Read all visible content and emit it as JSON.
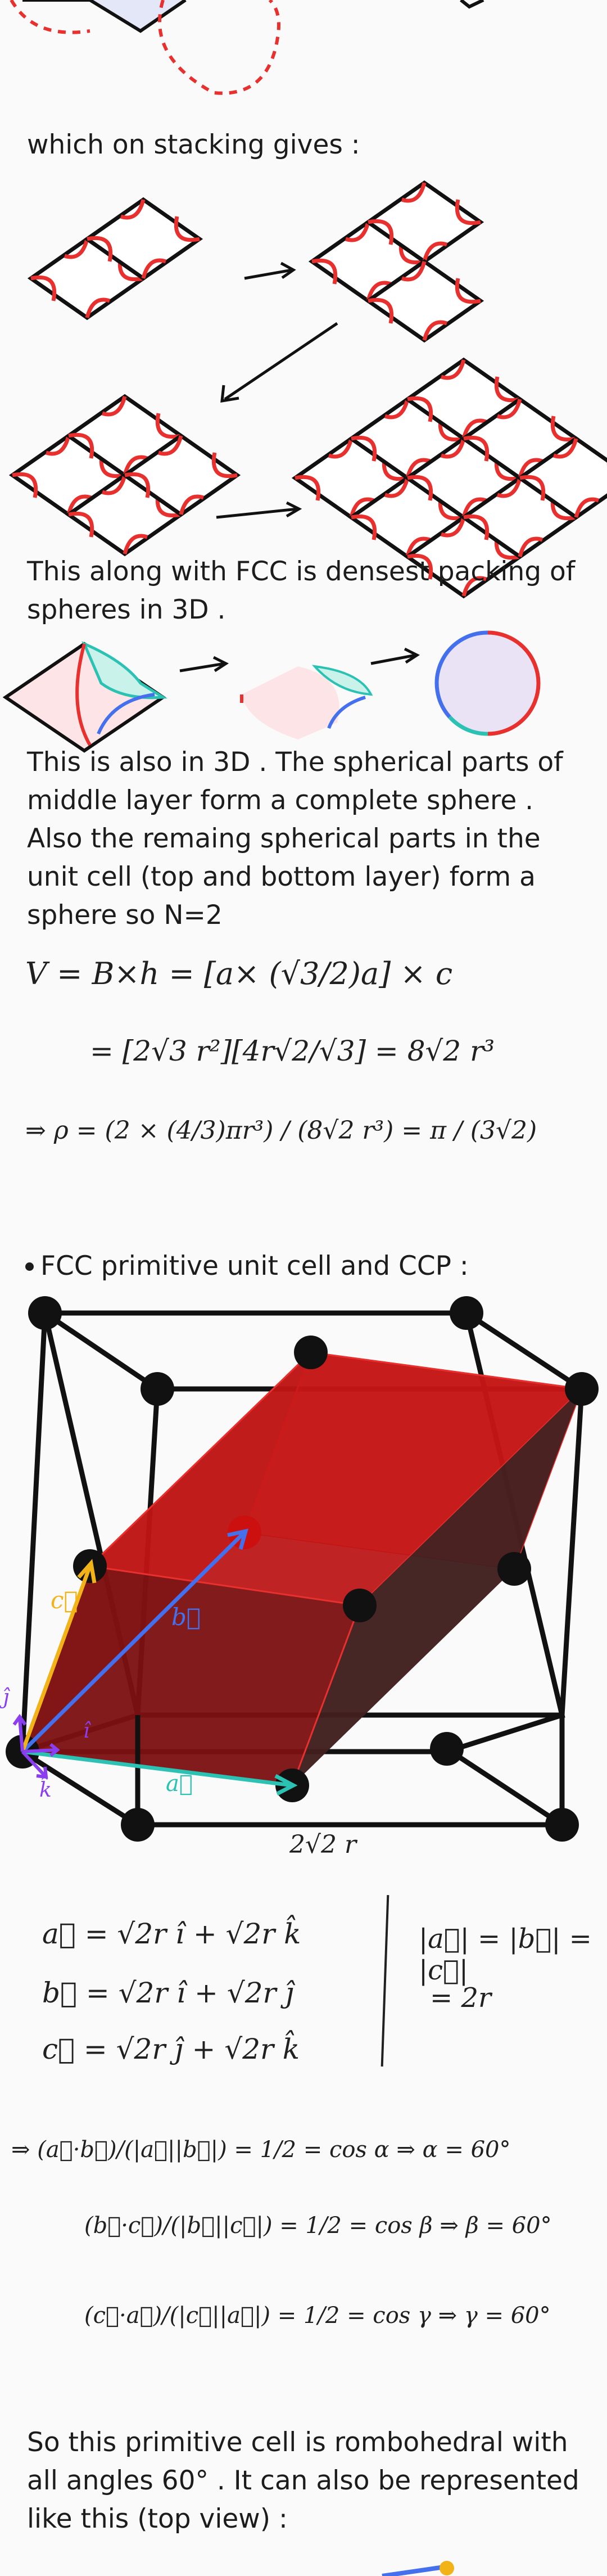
{
  "text": {
    "stacking": "which on stacking gives :",
    "densest": "This along with FCC is densest packing of\nspheres in 3D .",
    "middle_layer": "This is also in 3D . The spherical parts of\nmiddle layer form a complete sphere .\nAlso the remaing spherical  parts in the\nunit cell (top and bottom layer) form a\nsphere so N=2",
    "fcc_heading": "FCC primitive unit cell and CCP :",
    "rhombo": "So this primitive cell is rombohedral with\nall angles 60° . It can also be represented\nlike this (top view) :"
  },
  "handwriting": {
    "vol1": "V = B×h = [a× (√3/2)a] × c",
    "vol2": "= [2√3 r²][4r√2/√3] = 8√2 r³",
    "rho": "⇒ ρ = (2 × (4/3)πr³) / (8√2 r³) = π / (3√2)",
    "edge_label": "2√2 r",
    "vec_a": "a⃗ = √2r î + √2r k̂",
    "vec_b": "b⃗ = √2r î + √2r ĵ",
    "vec_c": "c⃗ = √2r ĵ + √2r k̂",
    "mag": "|a⃗| = |b⃗| = |c⃗|",
    "mag2": "= 2r",
    "ang1": "⇒ (a⃗·b⃗)/(|a⃗||b⃗|) = 1/2 = cos α ⇒ α = 60°",
    "ang2": "(b⃗·c⃗)/(|b⃗||c⃗|) = 1/2 = cos β ⇒ β = 60°",
    "ang3": "(c⃗·a⃗)/(|c⃗||a⃗|) = 1/2 = cos γ ⇒ γ = 60°"
  },
  "axis_labels": {
    "i": "î",
    "j": "ĵ",
    "k": "k̂",
    "a": "a⃗",
    "b": "b⃗",
    "c": "c⃗"
  },
  "colors": {
    "sphere_red": "#e8302e",
    "solid_red": "#c41515",
    "vec_blue": "#4470ee",
    "vec_cyan": "#2bc2b3",
    "vec_yellow": "#f2b318",
    "axis_purple": "#8a3ef0"
  }
}
